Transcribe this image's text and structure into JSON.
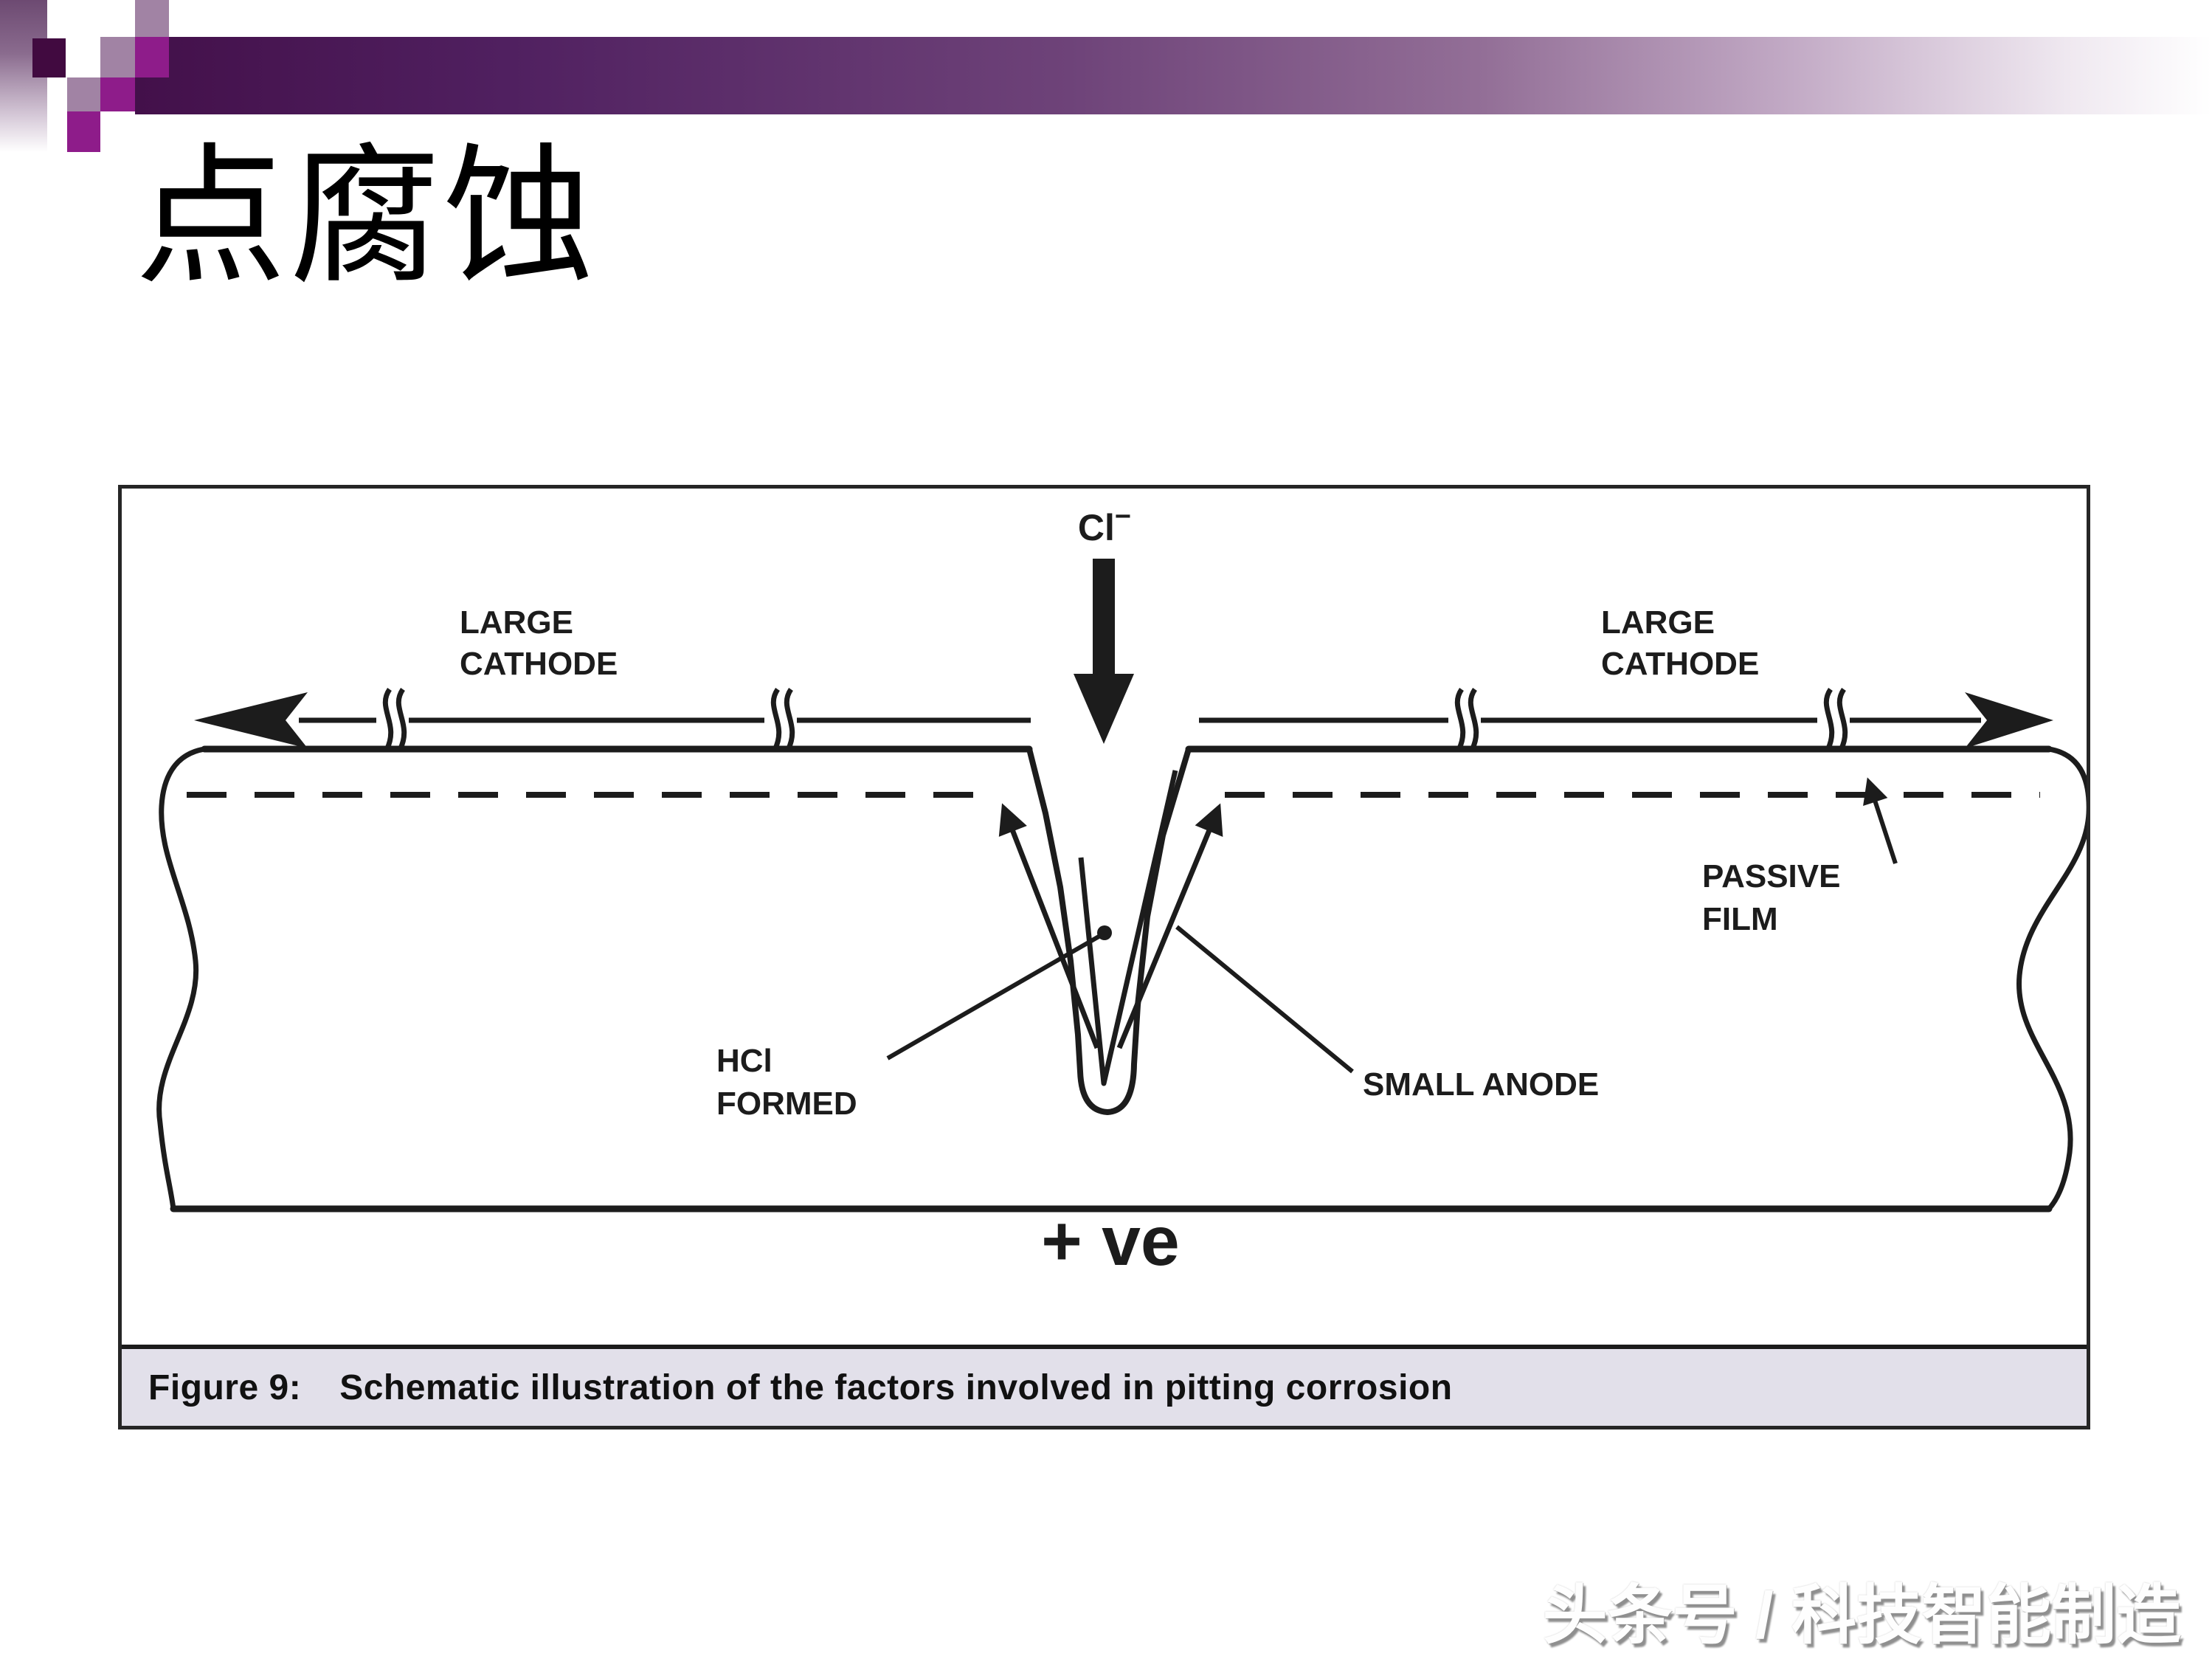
{
  "slide": {
    "title": "点腐蚀",
    "watermark": "头条号 / 科技智能制造"
  },
  "header": {
    "colors": {
      "bar_dark": "#43104a",
      "bar_light_end": "#ffffff",
      "square_darkest": "#410a40",
      "square_magenta": "#8e1c8a",
      "square_mauve": "#a183a4"
    }
  },
  "figure": {
    "caption": {
      "label": "Figure 9:",
      "text": "Schematic illustration of the factors involved in pitting corrosion"
    },
    "labels": {
      "chloride": "Cl",
      "chloride_charge": "−",
      "large_cathode": [
        "LARGE",
        "CATHODE"
      ],
      "passive_film": [
        "PASSIVE",
        "FILM"
      ],
      "hcl_formed": [
        "HCl",
        "FORMED"
      ],
      "small_anode": "SMALL ANODE",
      "plus_ve": "+ ve"
    },
    "colors": {
      "ink": "#1c1c1c",
      "caption_bg": "#e2e0ea"
    }
  }
}
